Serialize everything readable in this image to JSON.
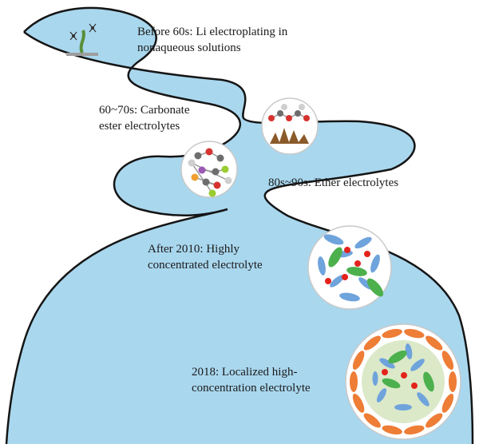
{
  "colors": {
    "river": "#a9d7ee",
    "river_edge": "#151515",
    "circle_fill": "#ffffff",
    "circle_edge": "#c9c9c9",
    "lhce_inner": "#dbe9c9",
    "anion_blue": "#6fa3dc",
    "cation_red": "#e3231b",
    "solvent_green": "#4cb04d",
    "diluent_orange": "#ee7d36",
    "carbon_gray": "#6d6d6d",
    "oxygen_red": "#d6332f",
    "lithium_purple": "#9b59b6",
    "fluorine_green": "#9acd32",
    "phosphorus_orange": "#f0a030",
    "dendrite_brown": "#8b5a2b"
  },
  "milestones": [
    {
      "id": "before-60s",
      "lines": [
        "Before 60s: Li electroplating in",
        "nonaqueous solutions"
      ],
      "icon": "electroplating-icon"
    },
    {
      "id": "60-70s",
      "lines": [
        "60~70s: Carbonate",
        "ester electrolytes"
      ],
      "icon": "carbonate-molecule-icon"
    },
    {
      "id": "80-90s",
      "lines": [
        "80s~90s: Ether electrolytes"
      ],
      "icon": "ether-dendrite-icon"
    },
    {
      "id": "after-2010",
      "lines": [
        "After 2010: Highly",
        "concentrated electrolyte"
      ],
      "icon": "hce-solvation-icon"
    },
    {
      "id": "2018",
      "lines": [
        "2018: Localized high-",
        "concentration electrolyte"
      ],
      "icon": "lhce-solvation-icon"
    }
  ]
}
